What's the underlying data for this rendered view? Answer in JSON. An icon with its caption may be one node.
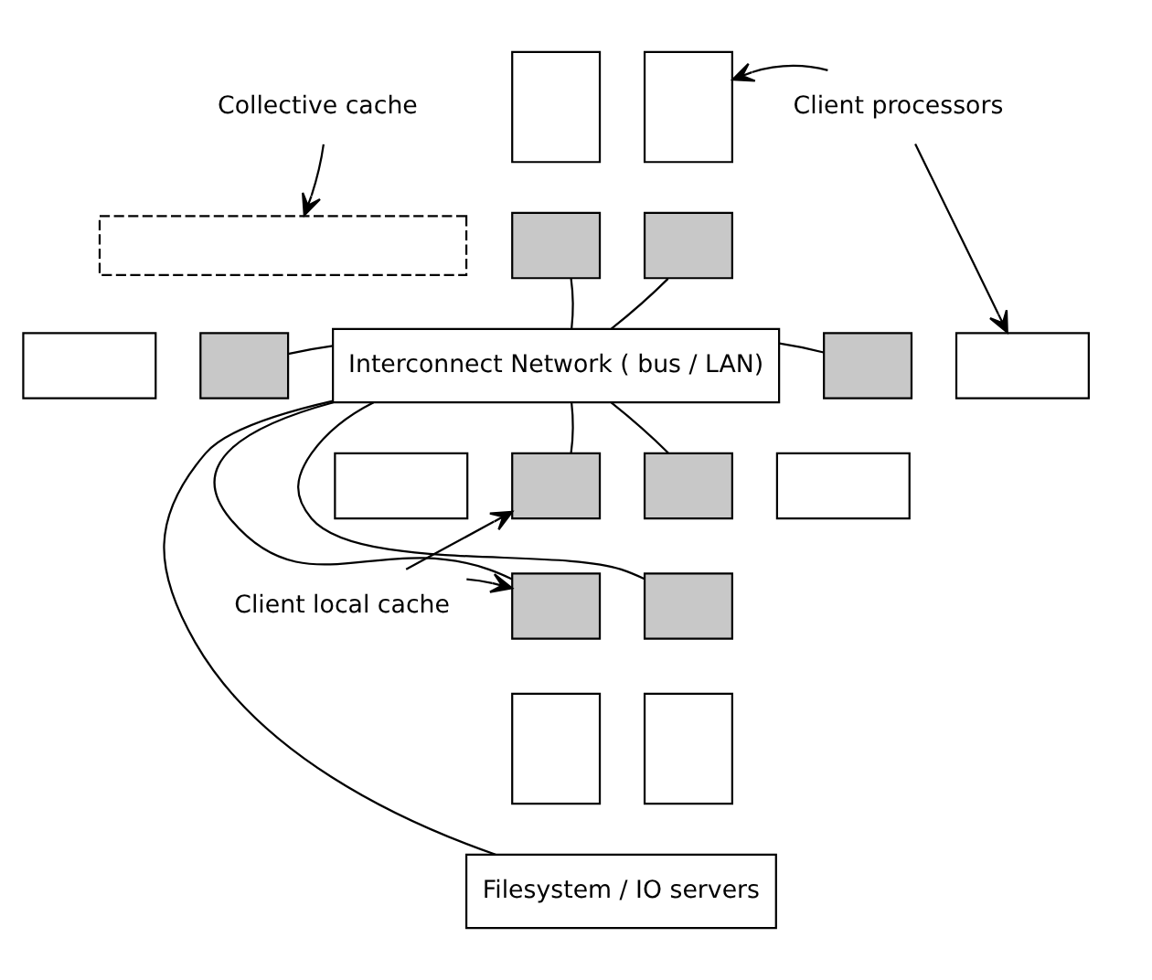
{
  "diagram": {
    "nodes": [
      {
        "text": [
          "Collective cache"
        ]
      },
      {
        "text": [],
        "shape": "box"
      },
      {
        "text": [],
        "shape": "box"
      },
      {
        "text": [],
        "shape": "box"
      },
      {
        "text": [],
        "shape": "box"
      },
      {
        "text": [
          "Client processors"
        ]
      },
      {
        "text": [],
        "shape": "box"
      },
      {
        "text": [],
        "shape": "box"
      },
      {
        "text": [],
        "shape": "box"
      },
      {
        "text": [
          "Interconnect Network ( bus / LAN)"
        ]
      },
      {
        "text": [],
        "shape": "box"
      },
      {
        "text": [],
        "shape": "box"
      },
      {
        "text": [],
        "shape": "box"
      },
      {
        "text": [],
        "shape": "box"
      },
      {
        "text": [],
        "shape": "box"
      },
      {
        "text": [],
        "shape": "box"
      },
      {
        "text": [
          "Client local cache"
        ]
      },
      {
        "text": [],
        "shape": "box"
      },
      {
        "text": [],
        "shape": "box"
      },
      {
        "text": [],
        "shape": "box"
      },
      {
        "text": [],
        "shape": "box"
      },
      {
        "text": [
          "Filesystem / IO servers"
        ]
      }
    ],
    "edges": [
      {
        "from": 0,
        "to": 6,
        "arrow": "to"
      },
      {
        "from": 5,
        "to": 3,
        "arrow": "to"
      },
      {
        "from": 5,
        "to": 11,
        "arrow": "to"
      },
      {
        "from": 9,
        "to": 2,
        "arrow": "none"
      },
      {
        "from": 9,
        "to": 4,
        "arrow": "none"
      },
      {
        "from": 9,
        "to": 8,
        "arrow": "none"
      },
      {
        "from": 9,
        "to": 10,
        "arrow": "none"
      },
      {
        "from": 9,
        "to": 13,
        "arrow": "none"
      },
      {
        "from": 9,
        "to": 14,
        "arrow": "none"
      },
      {
        "from": 9,
        "to": 17,
        "arrow": "none"
      },
      {
        "from": 9,
        "to": 19,
        "arrow": "none"
      },
      {
        "from": 9,
        "to": 21,
        "arrow": "none"
      },
      {
        "from": 16,
        "to": 13,
        "arrow": "to"
      },
      {
        "from": 16,
        "to": 17,
        "arrow": "to"
      }
    ]
  }
}
